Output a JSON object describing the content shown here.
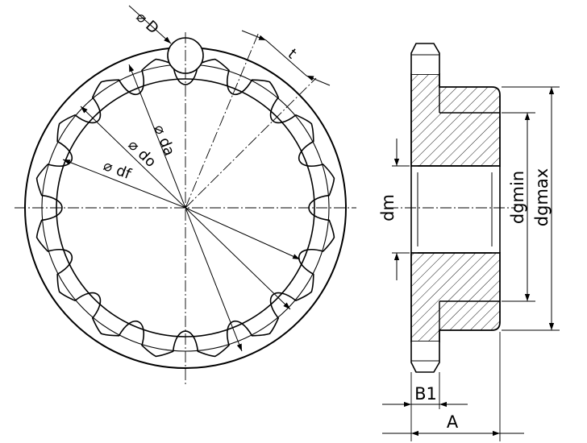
{
  "labels": {
    "ball_diameter": "D",
    "pitch": "t",
    "tip_diameter": "da",
    "pitch_diameter": "do",
    "root_diameter": "df",
    "bore_diameter": "dm",
    "hub_min_diameter": "dgmin",
    "hub_max_diameter": "dgmax",
    "tooth_width": "B1",
    "total_width": "A"
  },
  "symbols": {
    "diameter": "⌀"
  },
  "colors": {
    "line": "#000000",
    "background": "#ffffff"
  }
}
